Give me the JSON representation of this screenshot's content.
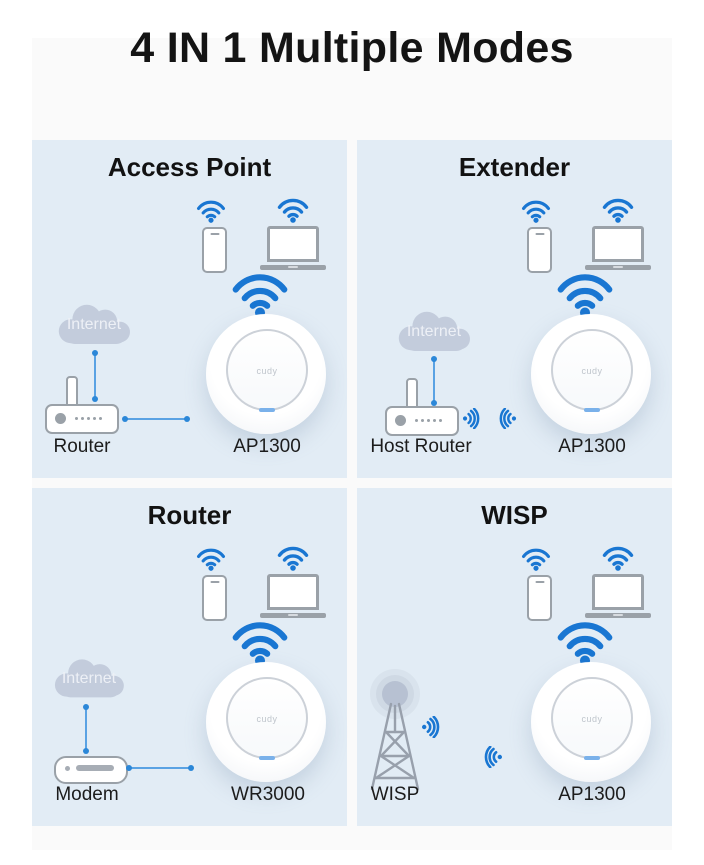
{
  "header": {
    "title": "4 IN 1 Multiple Modes"
  },
  "shared": {
    "internet_label": "Internet",
    "brand_logo": "cudy"
  },
  "panels": [
    {
      "title": "Access Point",
      "source_label": "Router",
      "device_label": "AP1300"
    },
    {
      "title": "Extender",
      "source_label": "Host Router",
      "device_label": "AP1300"
    },
    {
      "title": "Router",
      "source_label": "Modem",
      "device_label": "WR3000"
    },
    {
      "title": "WISP",
      "source_label": "WISP",
      "device_label": "AP1300"
    }
  ],
  "colors": {
    "accent_blue": "#1976d2",
    "connector_blue": "#5aa2e3",
    "panel_background": "#e2ecf5",
    "card_background": "#fafafa",
    "cloud_gray": "#c3ccdc",
    "device_gray": "#9aa1a8",
    "text_dark": "#141414"
  }
}
